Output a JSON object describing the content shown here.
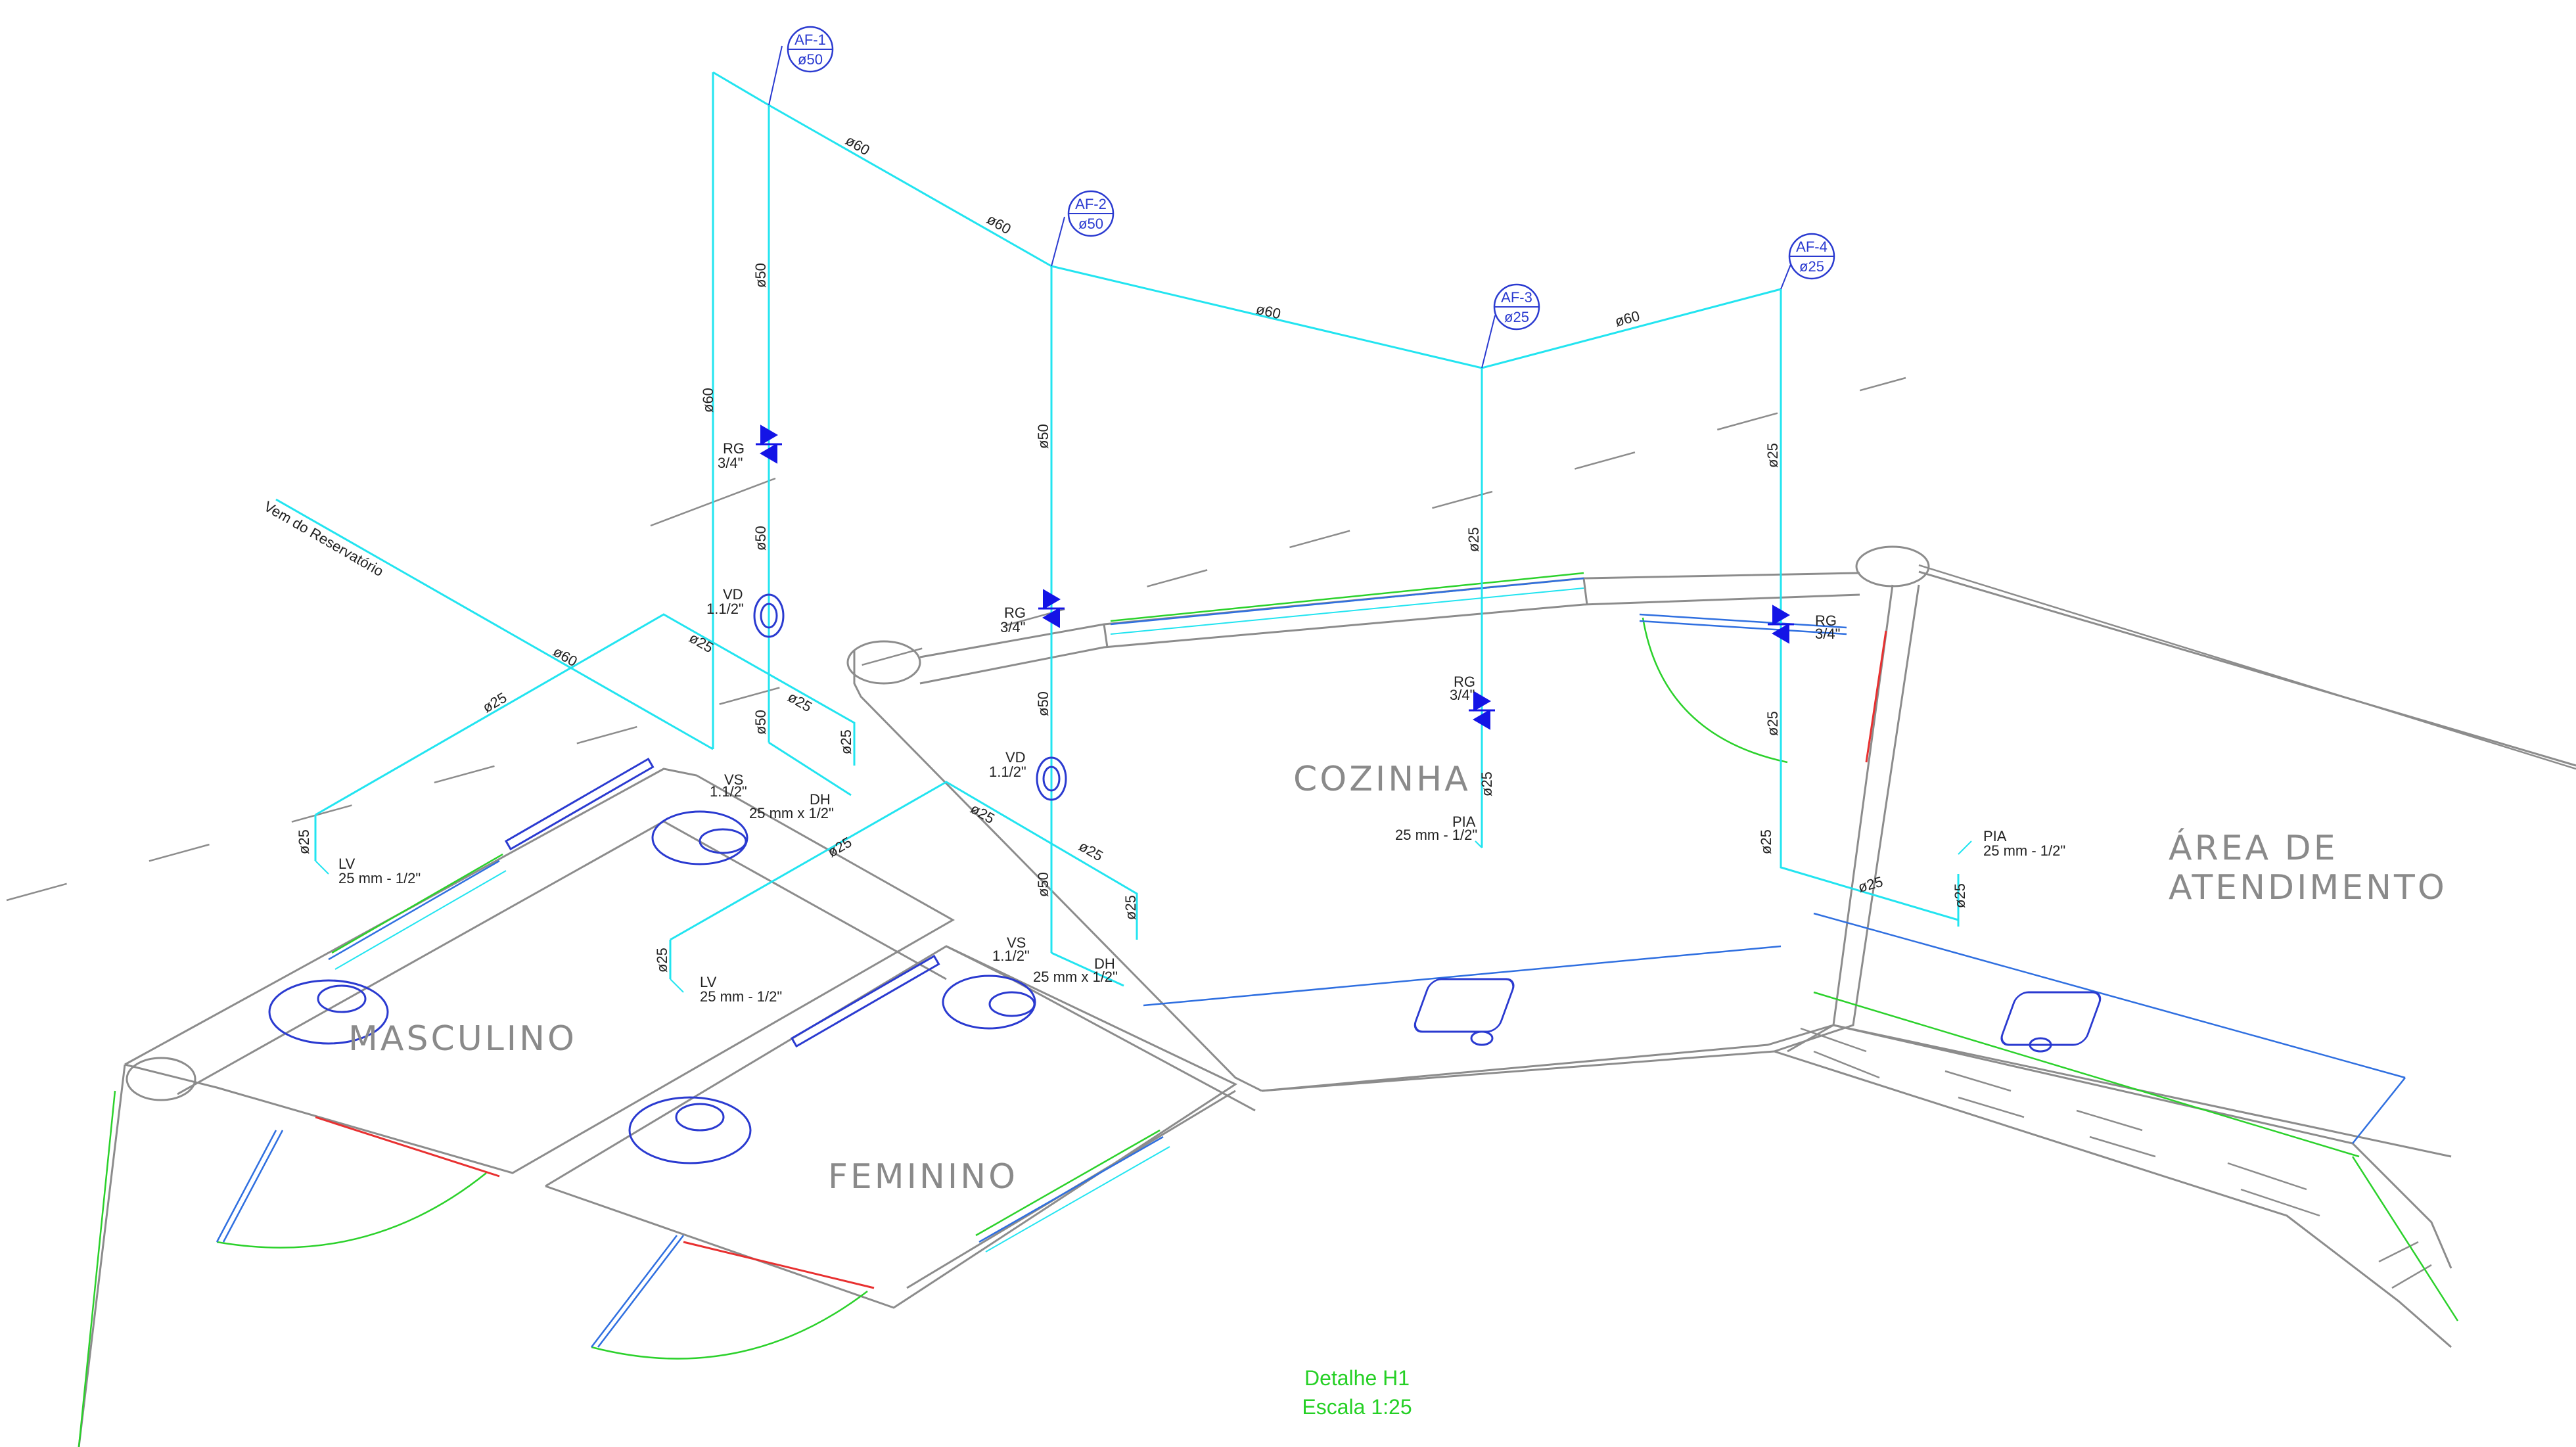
{
  "tags": [
    {
      "id": "AF-1",
      "diameter": "ø50"
    },
    {
      "id": "AF-2",
      "diameter": "ø50"
    },
    {
      "id": "AF-3",
      "diameter": "ø25"
    },
    {
      "id": "AF-4",
      "diameter": "ø25"
    }
  ],
  "rooms": {
    "masculino": "MASCULINO",
    "feminino": "FEMININO",
    "cozinha": "COZINHA",
    "area_line1": "ÁREA DE",
    "area_line2": "ATENDIMENTO"
  },
  "note": "Vem do Reservatório",
  "pipe_labels": {
    "d60": "ø60",
    "d50": "ø50",
    "d25": "ø25"
  },
  "fixtures": {
    "rg": "RG",
    "rg_size": "3/4\"",
    "vd": "VD",
    "vd_size": "1.1/2\"",
    "vs": "VS",
    "vs_size": "1.1/2\"",
    "dh": "DH",
    "dh_size": "25 mm x 1/2\"",
    "lv": "LV",
    "lv_size": "25 mm - 1/2\"",
    "pia": "PIA",
    "pia_size": "25 mm - 1/2\""
  },
  "caption": {
    "title": "Detalhe H1",
    "scale": "Escala 1:25"
  },
  "colors": {
    "pipe": "#22e4f0",
    "wall": "#8c8c8c",
    "tag": "#2a3ad0",
    "valve": "#1414e6",
    "caption": "#25d025",
    "door_swing": "#2bd12b",
    "opening_red": "#e83030"
  }
}
